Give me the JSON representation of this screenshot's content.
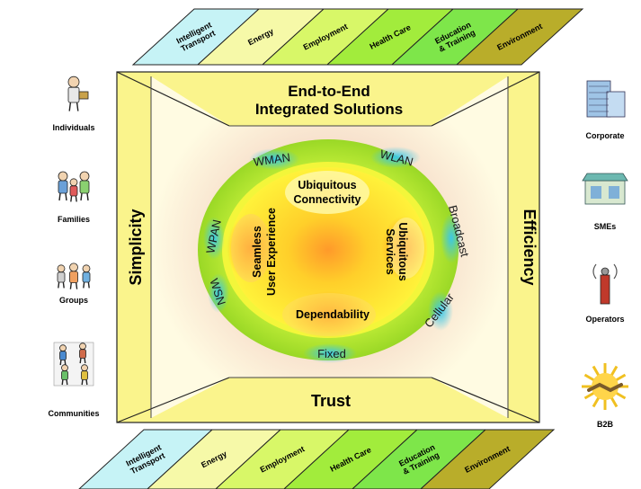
{
  "sectors": [
    {
      "lines": [
        "Intelligent",
        "Transport"
      ],
      "color": "#c6f3f6"
    },
    {
      "lines": [
        "Energy"
      ],
      "color": "#f6f9a8"
    },
    {
      "lines": [
        "Employment"
      ],
      "color": "#d8f768"
    },
    {
      "lines": [
        "Health Care"
      ],
      "color": "#a2ec3c"
    },
    {
      "lines": [
        "Education",
        "& Training"
      ],
      "color": "#7ee64a"
    },
    {
      "lines": [
        "Environment"
      ],
      "color": "#b9ad2a"
    }
  ],
  "frame": {
    "top_line1": "End-to-End",
    "top_line2": "Integrated Solutions",
    "left": "Simplicity",
    "right": "Efficiency",
    "bottom": "Trust"
  },
  "ring_labels": {
    "wman": "WMAN",
    "wlan": "WLAN",
    "wpan": "WPAN",
    "wsn": "WSN",
    "broadcast": "Broadcast",
    "cellular": "Cellular",
    "fixed": "Fixed"
  },
  "inner": {
    "top_line1": "Ubiquitous",
    "top_line2": "Connectivity",
    "bottom": "Dependability",
    "left_line1": "Seamless",
    "left_line2": "User Experience",
    "right_line1": "Ubiquitous",
    "right_line2": "Services"
  },
  "audiences_left": [
    {
      "label": "Individuals",
      "icon": "person-icon"
    },
    {
      "label": "Families",
      "icon": "family-icon"
    },
    {
      "label": "Groups",
      "icon": "group-icon"
    },
    {
      "label": "Communities",
      "icon": "community-icon"
    }
  ],
  "audiences_right": [
    {
      "label": "Corporate",
      "icon": "building-icon"
    },
    {
      "label": "SMEs",
      "icon": "shop-icon"
    },
    {
      "label": "Operators",
      "icon": "antenna-icon"
    },
    {
      "label": "B2B",
      "icon": "handshake-icon"
    }
  ]
}
